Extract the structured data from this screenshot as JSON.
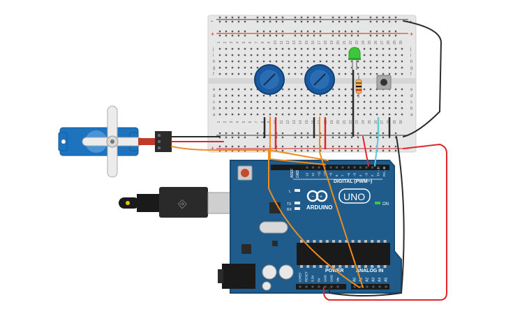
{
  "board": {
    "brand": "ARDUINO",
    "model": "UNO",
    "on_label": "ON",
    "l_label": "L",
    "tx_label": "TX",
    "rx_label": "RX",
    "digital_label": "DIGITAL (PWM~)",
    "power_label": "POWER",
    "analog_label": "ANALOG IN",
    "aref": "AREF",
    "gnd": "GND",
    "digital_pins": [
      "13",
      "12",
      "~11",
      "~10",
      "~9",
      "8",
      "7",
      "~6",
      "~5",
      "4",
      "~3",
      "2",
      "TX→1",
      "RX←0"
    ],
    "power_pins": [
      "IOREF",
      "RESET",
      "3.3V",
      "5V",
      "GND",
      "GND",
      "Vin"
    ],
    "analog_pins": [
      "A0",
      "A1",
      "A2",
      "A3",
      "A4",
      "A5"
    ]
  },
  "breadboard": {
    "col_numbers": [
      "1",
      "2",
      "3",
      "4",
      "5",
      "6",
      "7",
      "8",
      "9",
      "10",
      "11",
      "12",
      "13",
      "14",
      "15",
      "16",
      "17",
      "18",
      "19",
      "20",
      "21",
      "22",
      "23",
      "24",
      "25",
      "26",
      "27",
      "28",
      "29",
      "30"
    ],
    "row_letters_top": [
      "j",
      "i",
      "h",
      "g",
      "f"
    ],
    "row_letters_bottom": [
      "e",
      "d",
      "c",
      "b",
      "a"
    ],
    "plus": "+",
    "minus": "-"
  },
  "colors": {
    "board": "#1f5c8c",
    "breadboard": "#e4e4e4",
    "wire_red": "#e0252c",
    "wire_black": "#2b2b2b",
    "wire_orange": "#f08c1e",
    "wire_cyan": "#5ec9d8",
    "servo": "#1e73be",
    "pot": "#1a5aa0",
    "led": "#3cc83c"
  }
}
